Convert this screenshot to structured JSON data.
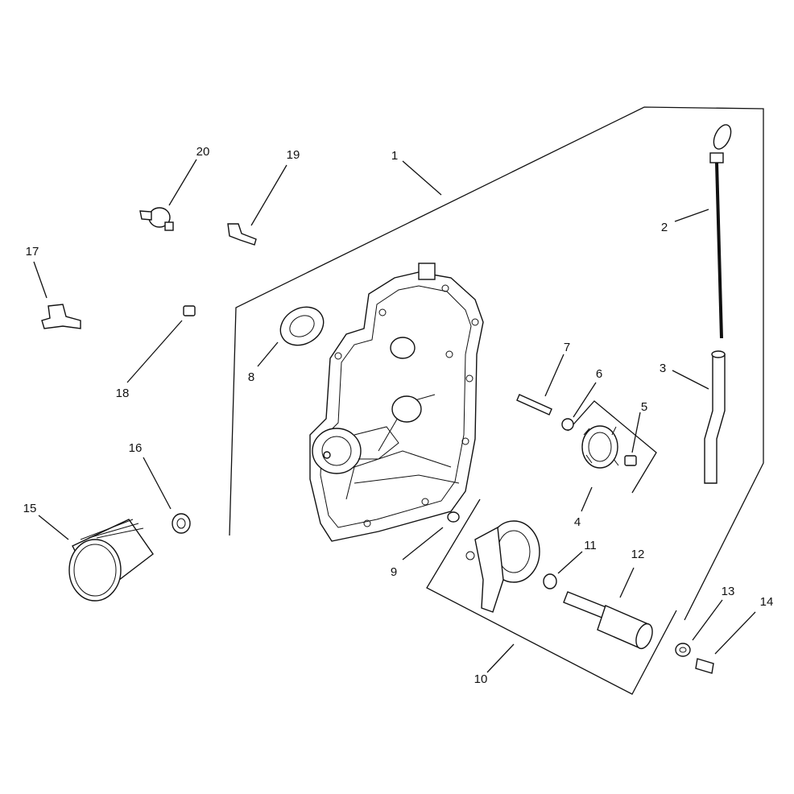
{
  "diagram": {
    "callouts": [
      {
        "id": "c1",
        "label": "1"
      },
      {
        "id": "c2",
        "label": "2"
      },
      {
        "id": "c3",
        "label": "3"
      },
      {
        "id": "c4",
        "label": "4"
      },
      {
        "id": "c5",
        "label": "5"
      },
      {
        "id": "c6",
        "label": "6"
      },
      {
        "id": "c7",
        "label": "7"
      },
      {
        "id": "c8",
        "label": "8"
      },
      {
        "id": "c9",
        "label": "9"
      },
      {
        "id": "c10",
        "label": "10"
      },
      {
        "id": "c11",
        "label": "11"
      },
      {
        "id": "c12",
        "label": "12"
      },
      {
        "id": "c13",
        "label": "13"
      },
      {
        "id": "c14",
        "label": "14"
      },
      {
        "id": "c15",
        "label": "15"
      },
      {
        "id": "c16",
        "label": "16"
      },
      {
        "id": "c17",
        "label": "17"
      },
      {
        "id": "c18",
        "label": "18"
      },
      {
        "id": "c19",
        "label": "19"
      },
      {
        "id": "c20",
        "label": "20"
      }
    ],
    "colors": {
      "line": "#111111",
      "background": "#ffffff"
    }
  }
}
